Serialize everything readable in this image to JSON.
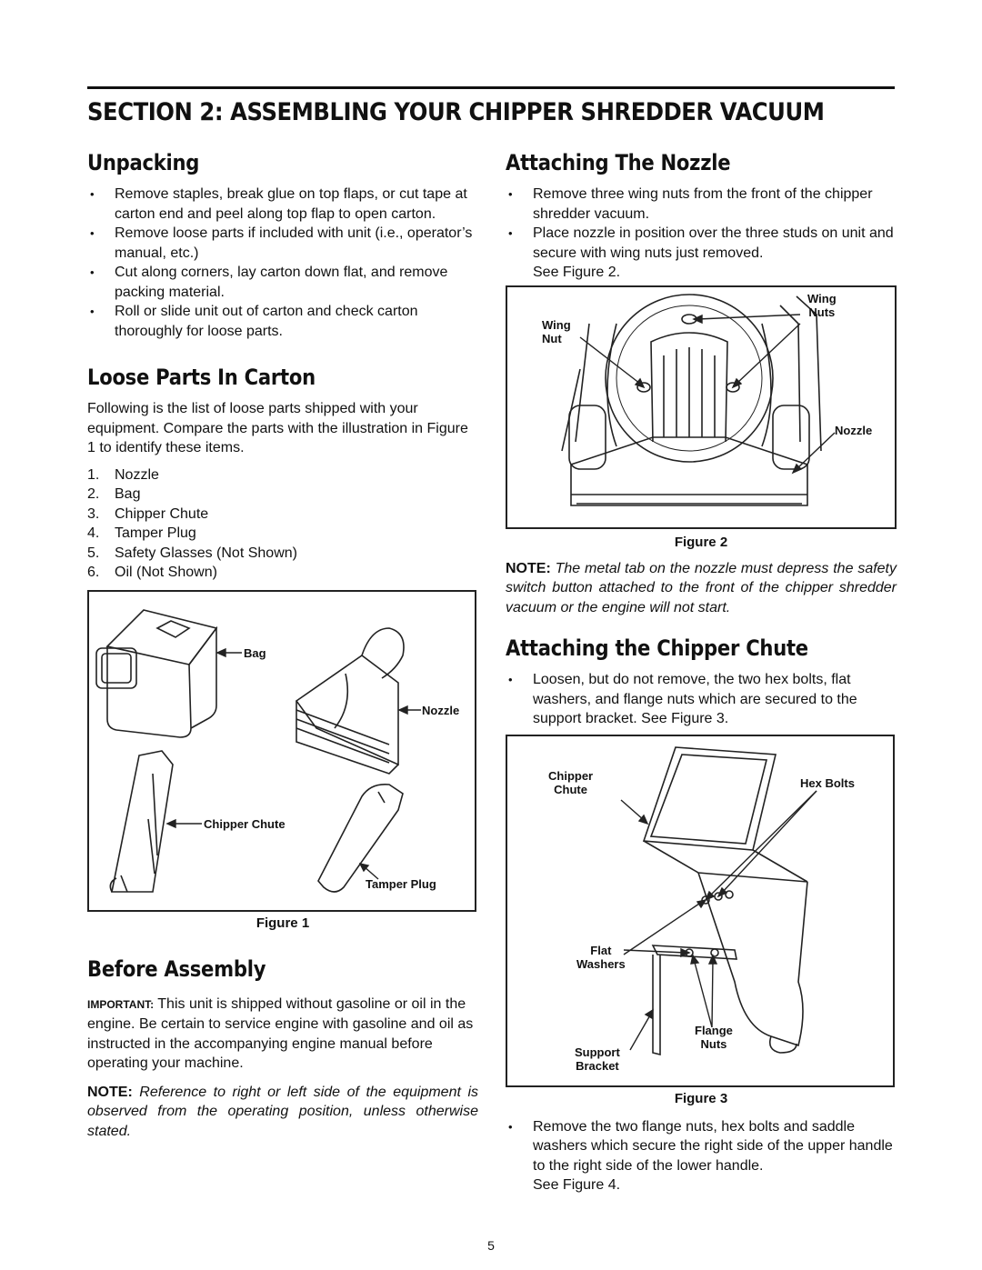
{
  "section_title": "SECTION 2:  ASSEMBLING YOUR CHIPPER SHREDDER VACUUM",
  "unpacking": {
    "heading": "Unpacking",
    "bullets": [
      "Remove staples, break glue on top flaps, or cut tape at carton end and peel along top flap to open carton.",
      "Remove loose parts if included with unit (i.e., operator’s manual, etc.)",
      "Cut along corners, lay carton down flat, and remove packing material.",
      "Roll or slide unit out of carton and check carton thoroughly for loose parts."
    ]
  },
  "loose_parts": {
    "heading": "Loose Parts In Carton",
    "intro": "Following is the list of loose parts shipped with your equipment. Compare the parts with the illustration in Figure 1 to identify these items.",
    "items": [
      {
        "num": "1.",
        "label": "Nozzle"
      },
      {
        "num": "2.",
        "label": "Bag"
      },
      {
        "num": "3.",
        "label": "Chipper Chute"
      },
      {
        "num": "4.",
        "label": "Tamper Plug"
      },
      {
        "num": "5.",
        "label": "Safety Glasses (Not Shown)"
      },
      {
        "num": "6.",
        "label": "Oil (Not Shown)"
      }
    ]
  },
  "figure1": {
    "caption": "Figure 1",
    "labels": {
      "bag": "Bag",
      "nozzle": "Nozzle",
      "chipper_chute": "Chipper Chute",
      "tamper_plug": "Tamper Plug"
    }
  },
  "before_assembly": {
    "heading": "Before Assembly",
    "important_label": "IMPORTANT:",
    "important_text": " This unit is shipped without gasoline or oil in the engine. Be certain to service engine with gasoline and oil as instructed in the accompanying engine manual before operating your machine.",
    "note_label": "NOTE:",
    "note_text": " Reference to right or left side of the equipment is observed from the operating position, unless otherwise stated."
  },
  "attaching_nozzle": {
    "heading": "Attaching The Nozzle",
    "bullets": [
      "Remove three wing nuts from the front of the chipper shredder vacuum.",
      "Place nozzle in position over the three studs on unit and secure with wing nuts just removed."
    ],
    "see_figure": "See Figure 2."
  },
  "figure2": {
    "caption": "Figure 2",
    "labels": {
      "wing_nuts_1": "Wing",
      "wing_nuts_2": "Nuts",
      "wing_nut_1": "Wing",
      "wing_nut_2": "Nut",
      "nozzle": "Nozzle"
    }
  },
  "nozzle_note": {
    "label": "NOTE:",
    "text": " The metal tab on the nozzle must depress the safety switch button attached to the front of the chipper shredder vacuum or the engine will not start."
  },
  "chipper_chute_section": {
    "heading": "Attaching the Chipper Chute",
    "bullets": [
      "Loosen, but do not remove, the two hex bolts, flat washers, and flange nuts which are secured to the support bracket. See Figure 3."
    ]
  },
  "figure3": {
    "caption": "Figure 3",
    "labels": {
      "chipper_1": "Chipper",
      "chipper_2": "Chute",
      "hex_bolts": "Hex Bolts",
      "flat_1": "Flat",
      "flat_2": "Washers",
      "flange_1": "Flange",
      "flange_2": "Nuts",
      "support_1": "Support",
      "support_2": "Bracket"
    }
  },
  "final_bullet": {
    "text": "Remove the two flange nuts, hex bolts and saddle washers which secure the right side of the upper handle to the right side of the lower handle.",
    "see_figure": "See Figure 4."
  },
  "page_number": "5"
}
